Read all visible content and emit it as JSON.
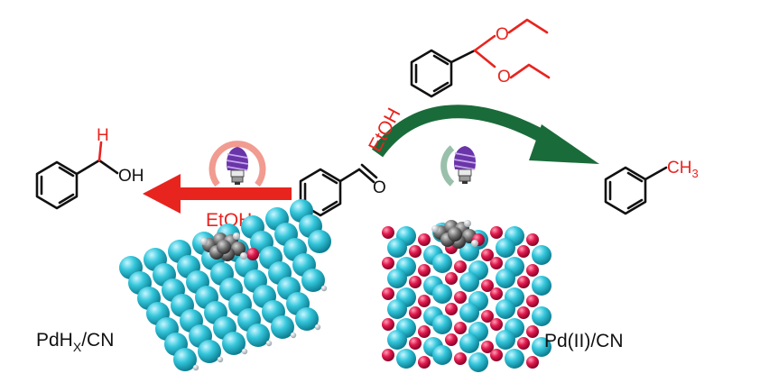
{
  "labels": {
    "etoh_left": "EtOH",
    "etoh_top": "EtOH",
    "catalyst_left_main": "PdH",
    "catalyst_left_sub": "X",
    "catalyst_left_tail": "/CN",
    "catalyst_right": "Pd(II)/CN"
  },
  "atom_labels": {
    "benzyl_alcohol_h": "H",
    "benzyl_alcohol_oh": "OH",
    "benzaldehyde_o": "O",
    "toluene_ch3": "CH",
    "toluene_ch3_sub": "3",
    "acetal_o_top": "O",
    "acetal_o_bottom": "O"
  },
  "colors": {
    "red_arrow": "#e8241f",
    "green_arrow": "#1a6b3a",
    "pd_atom": "#2fc4d8",
    "o_atom": "#e0184c",
    "h_atom": "#ffffff",
    "c_atom": "#707070",
    "red_text": "#e8241f",
    "glow_left": "#ef8a7e",
    "glow_right": "#8fb9a2",
    "bulb_purple": "#6a35a8"
  },
  "icons": [
    "lightbulb-icon-left",
    "lightbulb-icon-right"
  ]
}
